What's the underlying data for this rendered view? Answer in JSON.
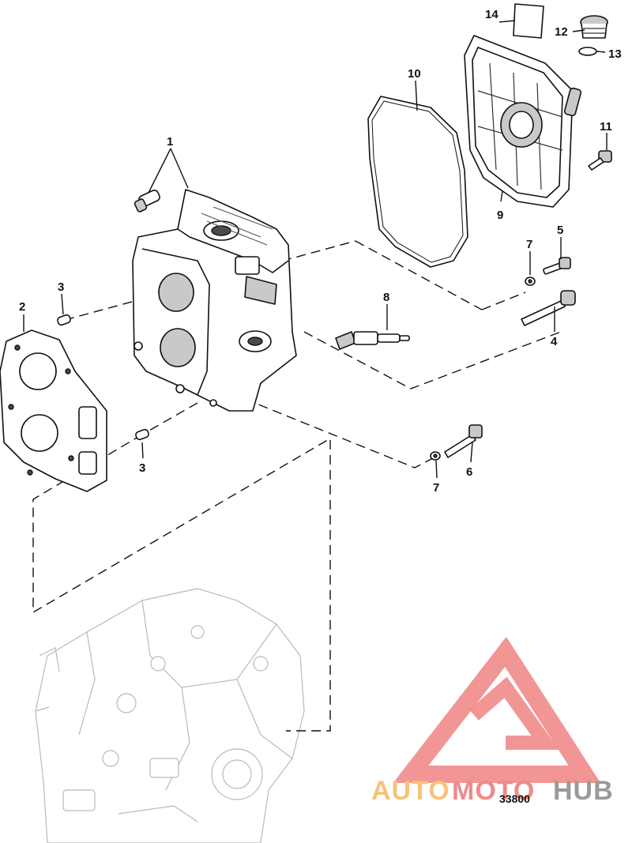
{
  "diagram": {
    "reference_number": "33800",
    "callouts": [
      "14",
      "12",
      "13",
      "10",
      "11",
      "1",
      "9",
      "7",
      "5",
      "3",
      "2",
      "8",
      "4",
      "3",
      "6",
      "7"
    ]
  },
  "watermark": {
    "part1": "AUTO",
    "part2": "MOTO",
    "part3": "HUB",
    "colors": {
      "auto": "#f6c37a",
      "moto": "#f08a8a",
      "hub": "#9a9a9a",
      "logo": "#f08a8a"
    }
  }
}
